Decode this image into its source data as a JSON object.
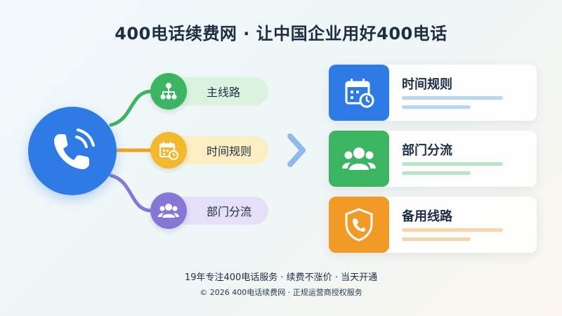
{
  "title": "400电话续费网 · 让中国企业用好400电话",
  "center": {
    "icon": "phone-icon",
    "color": "#2f7be6"
  },
  "pills": [
    {
      "label": "主线路",
      "icon": "org-chart-icon",
      "color": "#3cb562"
    },
    {
      "label": "时间规则",
      "icon": "calendar-clock-icon",
      "color": "#f4b82c"
    },
    {
      "label": "部门分流",
      "icon": "users-icon",
      "color": "#8676d8"
    }
  ],
  "arrow_icon": "chevron-right-icon",
  "cards": [
    {
      "title": "时间规则",
      "icon": "calendar-clock-icon",
      "color": "#2f7be6"
    },
    {
      "title": "部门分流",
      "icon": "users-icon",
      "color": "#3cb562"
    },
    {
      "title": "备用线路",
      "icon": "shield-phone-icon",
      "color": "#f29a26"
    }
  ],
  "footer": {
    "line1": "19年专注400电话服务 · 续费不涨价 · 当天开通",
    "line2": "© 2026 400电话续费网 · 正规运营商授权服务"
  }
}
